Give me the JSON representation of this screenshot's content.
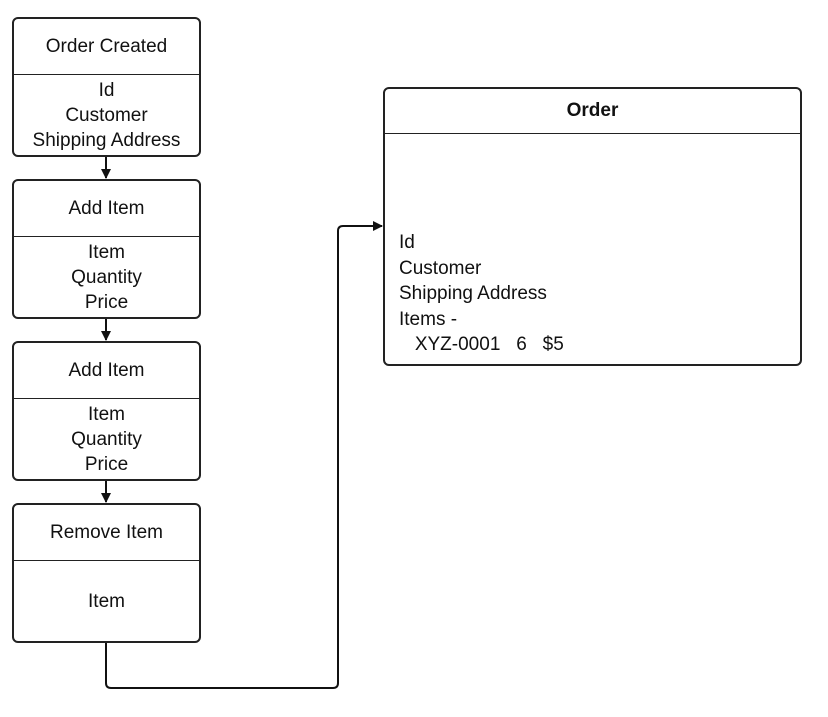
{
  "events": [
    {
      "title": "Order Created",
      "fields": [
        "Id",
        "Customer",
        "Shipping Address"
      ]
    },
    {
      "title": "Add Item",
      "fields": [
        "Item",
        "Quantity",
        "Price"
      ]
    },
    {
      "title": "Add Item",
      "fields": [
        "Item",
        "Quantity",
        "Price"
      ]
    },
    {
      "title": "Remove Item",
      "fields": [
        "Item"
      ]
    }
  ],
  "order": {
    "title": "Order",
    "lines": [
      "Id",
      "Customer",
      "Shipping Address",
      "Items -",
      "   XYZ-0001   6   $5"
    ]
  }
}
